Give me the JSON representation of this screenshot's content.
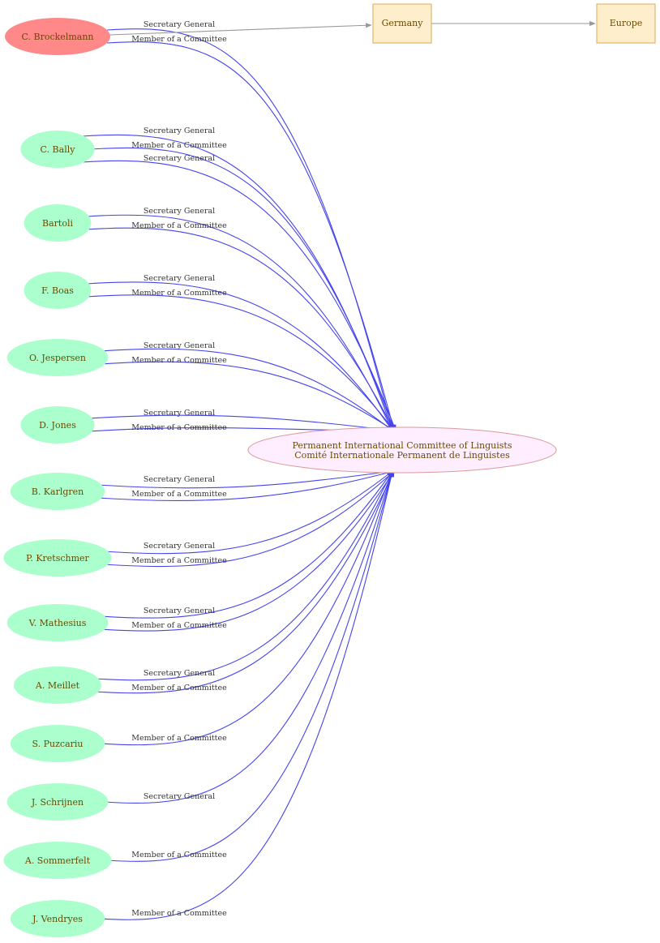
{
  "graph": {
    "colors": {
      "person_fill": "#aaffcc",
      "highlight_fill": "#ff8888",
      "committee_fill": "#ffeeff",
      "committee_stroke": "#dd9999",
      "place_fill": "#ffeecc",
      "place_stroke": "#ddaa55",
      "edge_color": "#4444ee",
      "location_edge_color": "#999999"
    },
    "committee": {
      "line1": "Permanent International Committee of Linguists",
      "line2": "Comité Internationale Permanent de Linguistes"
    },
    "places": [
      "Germany",
      "Europe"
    ],
    "edge_labels": {
      "secretary": "Secretary General",
      "member": "Member of a Committee"
    },
    "people": [
      {
        "name": "C. Brockelmann",
        "roles": [
          "secretary",
          "member"
        ],
        "highlight": true
      },
      {
        "name": "C. Bally",
        "roles": [
          "secretary",
          "member",
          "secretary"
        ]
      },
      {
        "name": "Bartoli",
        "roles": [
          "secretary",
          "member"
        ]
      },
      {
        "name": "F. Boas",
        "roles": [
          "secretary",
          "member"
        ]
      },
      {
        "name": "O. Jespersen",
        "roles": [
          "secretary",
          "member"
        ]
      },
      {
        "name": "D. Jones",
        "roles": [
          "secretary",
          "member"
        ]
      },
      {
        "name": "B. Karlgren",
        "roles": [
          "secretary",
          "member"
        ]
      },
      {
        "name": "P. Kretschmer",
        "roles": [
          "secretary",
          "member"
        ]
      },
      {
        "name": "V. Mathesius",
        "roles": [
          "secretary",
          "member"
        ]
      },
      {
        "name": "A. Meillet",
        "roles": [
          "secretary",
          "member"
        ]
      },
      {
        "name": "S. Puzcariu",
        "roles": [
          "member"
        ]
      },
      {
        "name": "J. Schrijnen",
        "roles": [
          "secretary"
        ]
      },
      {
        "name": "A. Sommerfelt",
        "roles": [
          "member"
        ]
      },
      {
        "name": "J. Vendryes",
        "roles": [
          "member"
        ]
      }
    ]
  }
}
